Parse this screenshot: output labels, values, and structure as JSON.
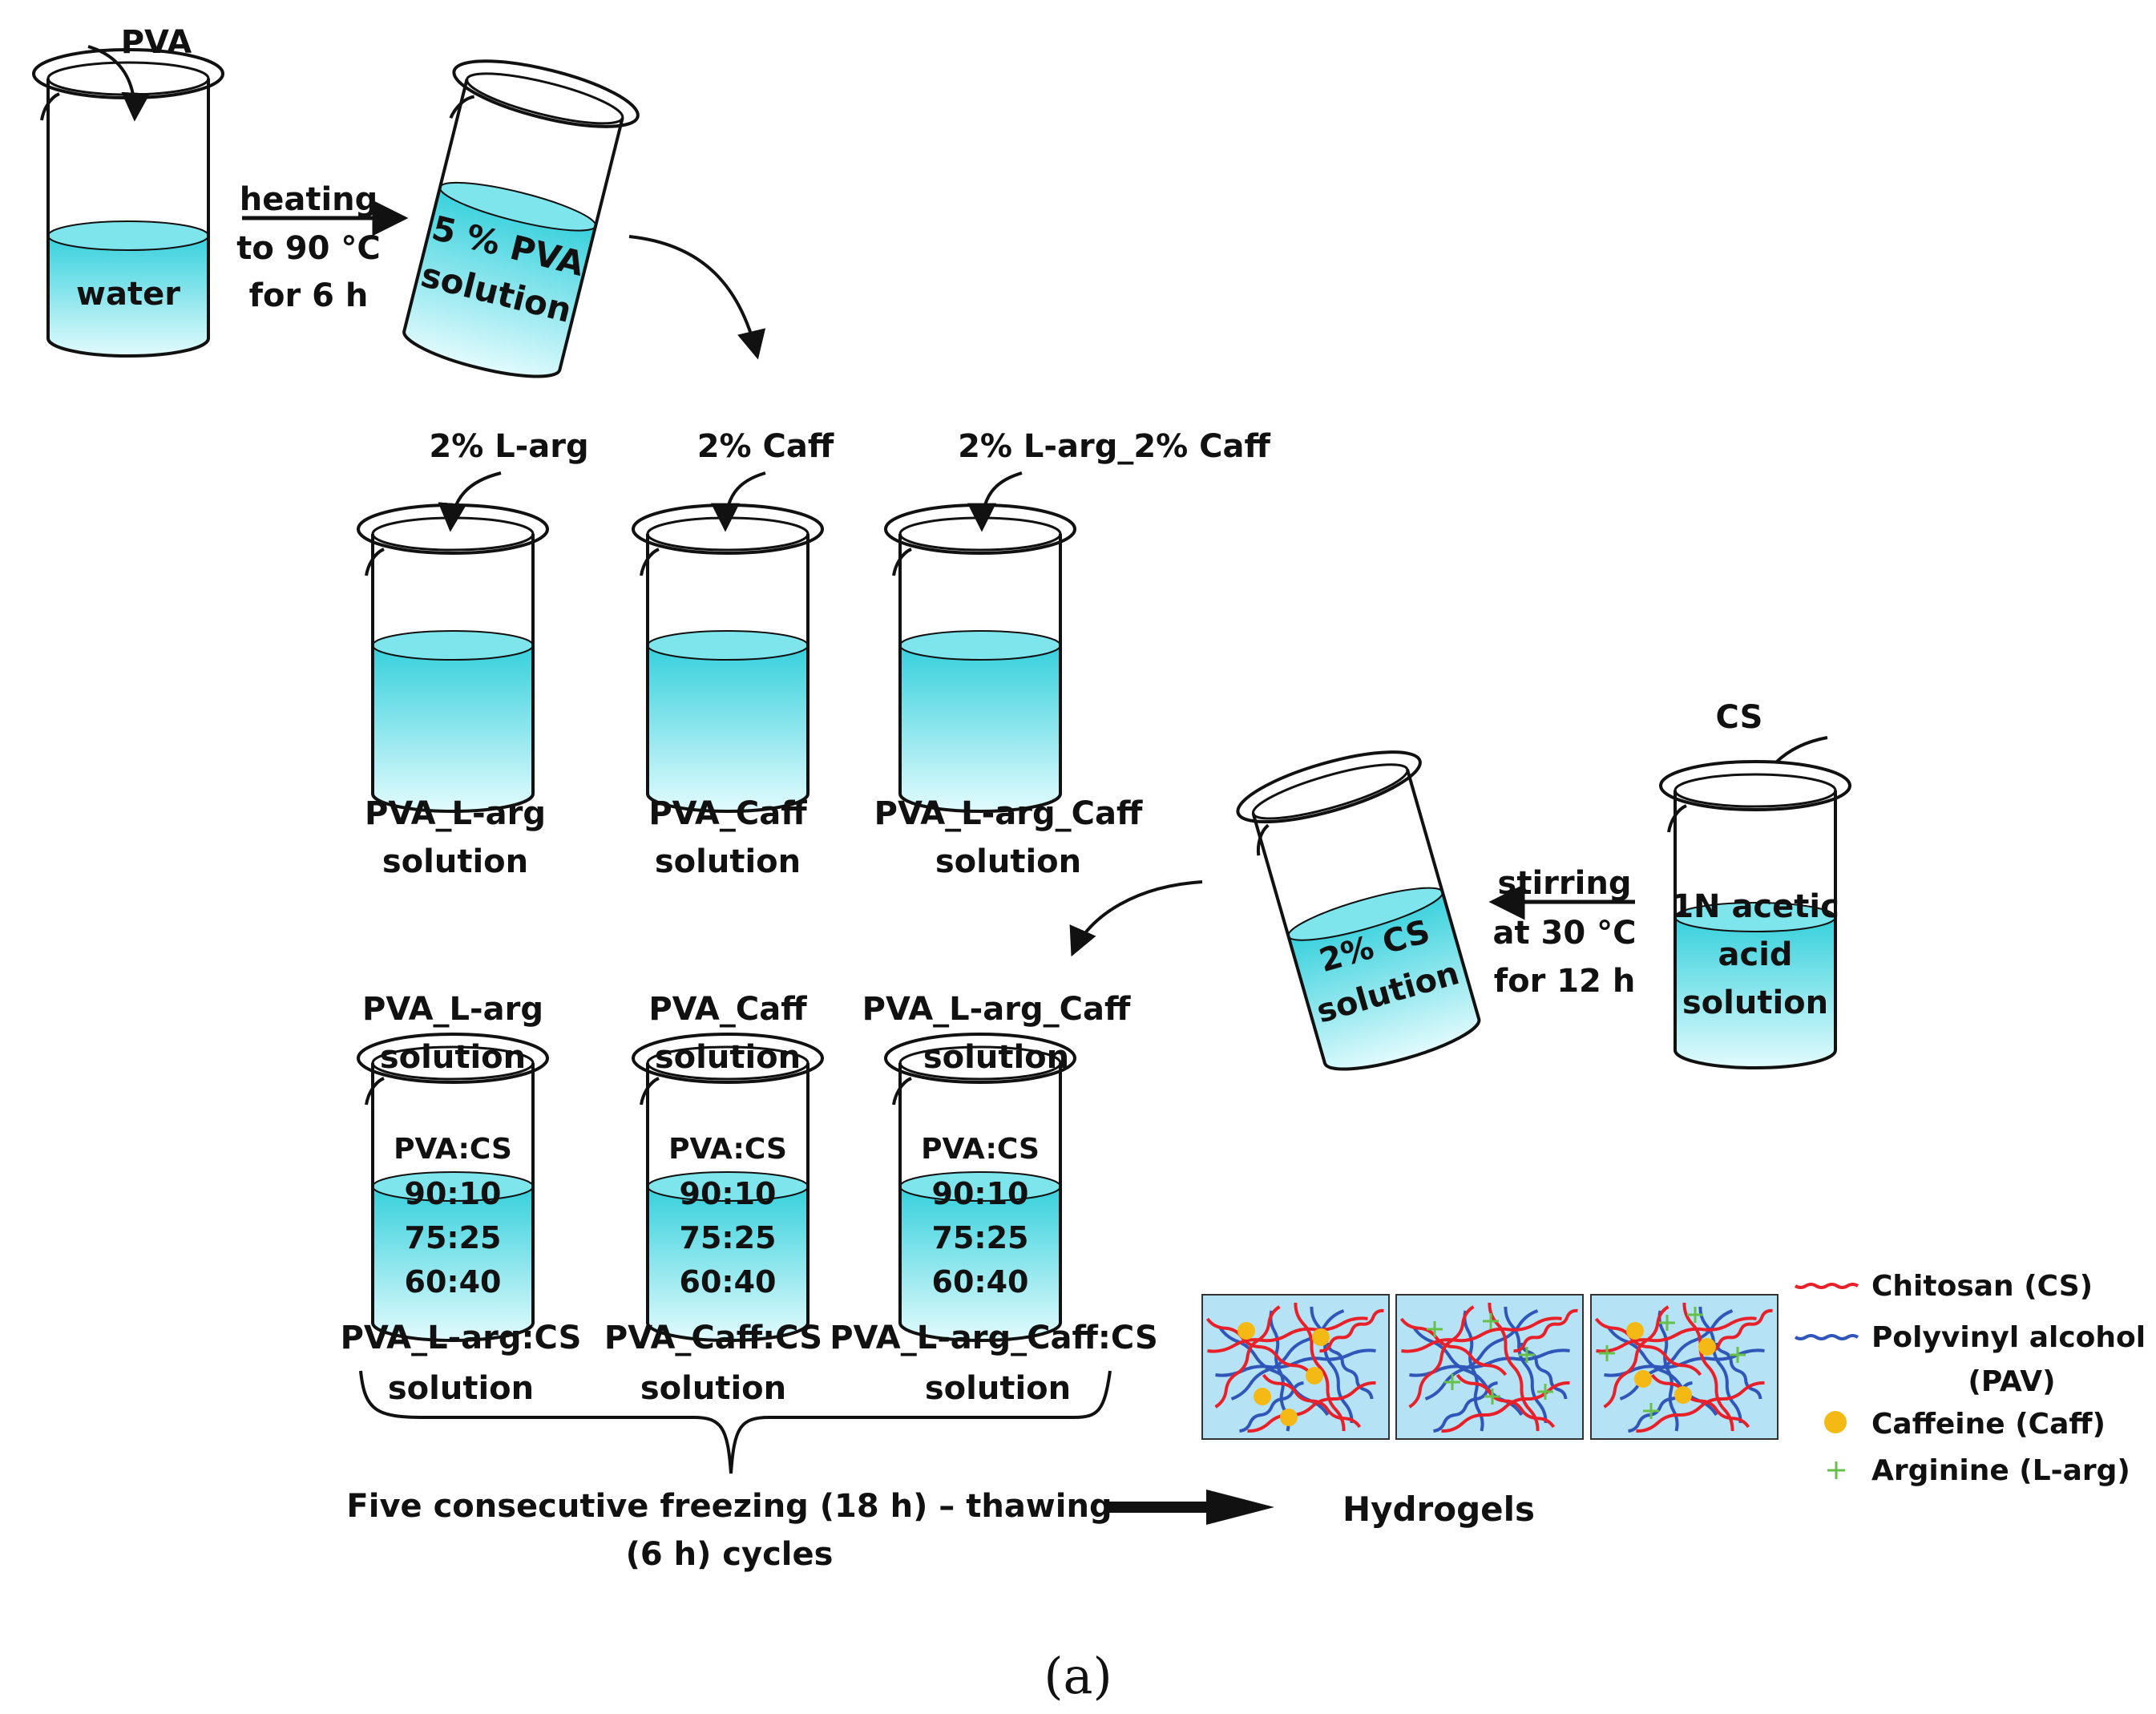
{
  "colors": {
    "liquid_top": "#35d0dc",
    "liquid_bottom": "#e2fbfd",
    "ink": "#111111",
    "chitosan": "#e8202a",
    "pva": "#2f56b8",
    "caffeine": "#f5b915",
    "arginine": "#66c04a",
    "hydrogel_bg": "#b5e2f4"
  },
  "step1": {
    "reagent_label": "PVA",
    "beaker_label": "water",
    "arrow_lines": [
      "heating",
      "to 90 °C",
      "for 6 h"
    ],
    "product_label_lines": [
      "5 % PVA",
      "solution"
    ]
  },
  "step2": {
    "additives": [
      "2% L-arg",
      "2% Caff",
      "2% L-arg_2% Caff"
    ],
    "products": [
      {
        "line1": "PVA_L-arg",
        "line2": "solution"
      },
      {
        "line1": "PVA_Caff",
        "line2": "solution"
      },
      {
        "line1": "PVA_L-arg_Caff",
        "line2": "solution"
      }
    ]
  },
  "cs_branch": {
    "reagent_label": "CS",
    "beaker_label_lines": [
      "1N acetic",
      "acid",
      "solution"
    ],
    "arrow_lines": [
      "stirring",
      "at 30 °C",
      "for 12 h"
    ],
    "product_label_lines": [
      "2% CS",
      "solution"
    ]
  },
  "step3": {
    "beakers": [
      {
        "top_line1": "PVA_L-arg",
        "top_line2": "solution",
        "bottom_line1": "PVA_L-arg:CS",
        "bottom_line2": "solution"
      },
      {
        "top_line1": "PVA_Caff",
        "top_line2": "solution",
        "bottom_line1": "PVA_Caff:CS",
        "bottom_line2": "solution"
      },
      {
        "top_line1": "PVA_L-arg_Caff",
        "top_line2": "solution",
        "bottom_line1": "PVA_L-arg_Caff:CS",
        "bottom_line2": "solution"
      }
    ],
    "ratio_header": "PVA:CS",
    "ratios": [
      "90:10",
      "75:25",
      "60:40"
    ]
  },
  "cycle_lines": [
    "Five consecutive freezing (18 h) – thawing",
    "(6 h) cycles"
  ],
  "result_label": "Hydrogels",
  "legend": [
    {
      "key": "chitosan",
      "line1": "Chitosan (CS)",
      "line2": ""
    },
    {
      "key": "pva",
      "line1": "Polyvinyl alcohol",
      "line2": "(PAV)"
    },
    {
      "key": "caffeine",
      "line1": "Caffeine (Caff)",
      "line2": ""
    },
    {
      "key": "arginine",
      "line1": "Arginine (L-arg)",
      "line2": ""
    }
  ],
  "caption": "(a)"
}
